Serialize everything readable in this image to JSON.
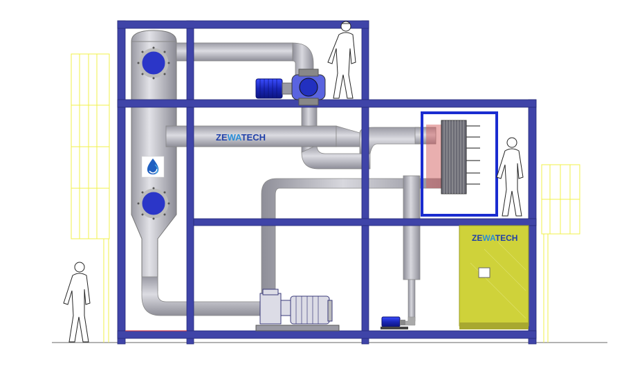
{
  "brand": {
    "part1": "ZE",
    "part2": "WA",
    "part3": "TECH",
    "color_primary": "#1f3fa8",
    "color_secondary": "#2a8fd8"
  },
  "colors": {
    "frame": "#3f44a8",
    "pipe": "#b8b8bf",
    "pipe_shade": "#8e8e98",
    "scaffold": "#f2f04a",
    "cabinet": "#cfd23a",
    "motor": "#1e2fd8",
    "heat_exchanger": "#6a6a74"
  },
  "icons": {
    "logo": "water-drop-logo-icon",
    "person": "worker-icon"
  }
}
